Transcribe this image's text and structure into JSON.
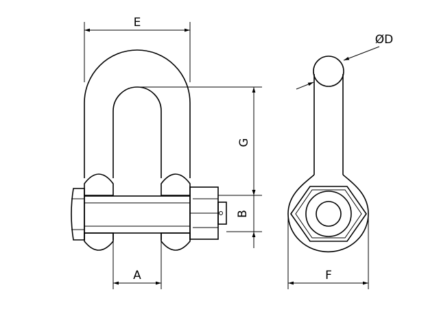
{
  "labels": {
    "E": "E",
    "D": "ØD",
    "G": "G",
    "B": "B",
    "A": "A",
    "F": "F"
  }
}
